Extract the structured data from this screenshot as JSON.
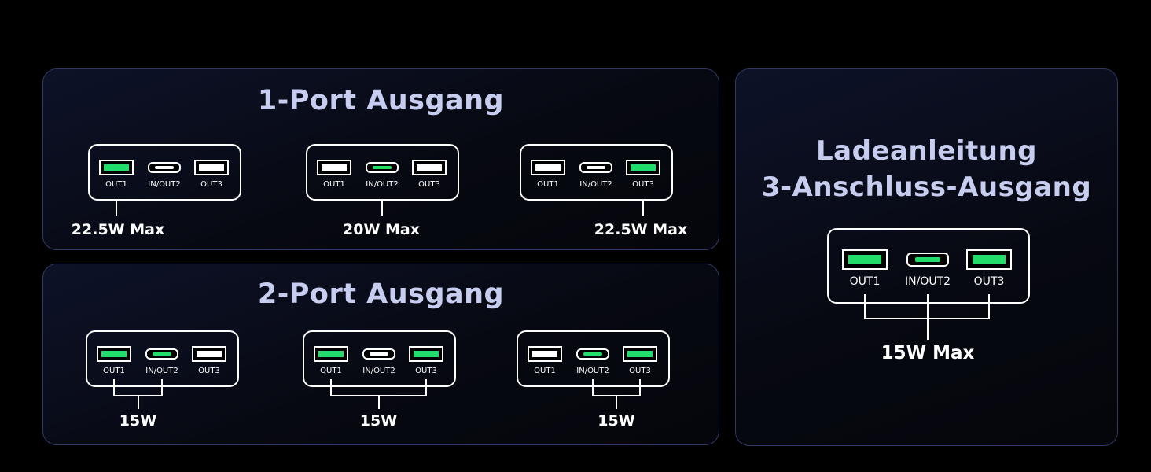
{
  "panel_one": {
    "title": "1-Port Ausgang",
    "diagrams": [
      {
        "active": [
          "OUT1"
        ],
        "value": "22.5W Max"
      },
      {
        "active": [
          "IN/OUT2"
        ],
        "value": "20W Max"
      },
      {
        "active": [
          "OUT3"
        ],
        "value": "22.5W Max"
      }
    ]
  },
  "panel_two": {
    "title": "2-Port Ausgang",
    "diagrams": [
      {
        "active": [
          "OUT1",
          "IN/OUT2"
        ],
        "value": "15W"
      },
      {
        "active": [
          "OUT1",
          "OUT3"
        ],
        "value": "15W"
      },
      {
        "active": [
          "IN/OUT2",
          "OUT3"
        ],
        "value": "15W"
      }
    ]
  },
  "panel_three": {
    "title_line1": "Ladeanleitung",
    "title_line2": "3-Anschluss-Ausgang",
    "diagram": {
      "active": [
        "OUT1",
        "IN/OUT2",
        "OUT3"
      ],
      "value": "15W Max"
    }
  },
  "port_labels": {
    "out1": "OUT1",
    "inout2": "IN/OUT2",
    "out3": "OUT3"
  },
  "colors": {
    "active_port": "#22dd6a",
    "idle_port": "#ffffff",
    "panel_border": "#2f3a66",
    "title": "#c7cdee"
  }
}
